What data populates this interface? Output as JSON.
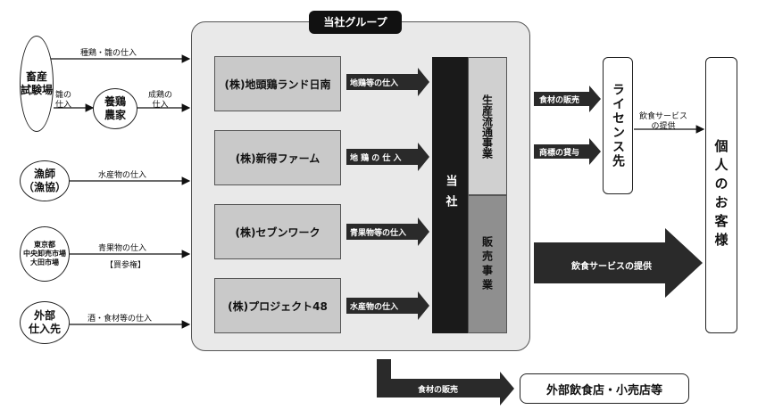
{
  "group": {
    "title": "当社グループ"
  },
  "sources": [
    {
      "id": "breeding",
      "name": "畜産\n試験場"
    },
    {
      "id": "farmer",
      "name": "養鶏\n農家"
    },
    {
      "id": "fisher",
      "name": "漁師\n（漁協）"
    },
    {
      "id": "market",
      "name": "東京都\n中央卸売市場\n大田市場"
    },
    {
      "id": "external",
      "name": "外部\n仕入先"
    }
  ],
  "supply_labels": {
    "breeding_to_group": "種鶏・雛の仕入",
    "breeding_to_farmer": "雛の\n仕入",
    "farmer_to_group": "成鶏の\n仕入",
    "fisher_to_group": "水産物の仕入",
    "market_to_group": "青果物の仕入",
    "market_note": "【買参権】",
    "external_to_group": "酒・食材等の仕入"
  },
  "companies": [
    {
      "name": "(株)地頭鶏ランド日南",
      "arrow": "地鶏等の仕入"
    },
    {
      "name": "(株)新得ファーム",
      "arrow": "地 鶏 の 仕 入"
    },
    {
      "name": "(株)セブンワーク",
      "arrow": "青果物等の仕入"
    },
    {
      "name": "(株)プロジェクト48",
      "arrow": "水産物の仕入"
    }
  ],
  "company_core": {
    "name": "当社",
    "business_production": "生産流通事業",
    "business_sales": "販売事業"
  },
  "outputs": {
    "licensee_sale": "食材の販売",
    "licensee_trademark": "商標の貸与",
    "licensee": "ライセンス先",
    "licensee_service": "飲食サービス\nの提供",
    "customers": "個人のお客様",
    "main_service": "飲食サービスの提供",
    "ext_sale": "食材の販売",
    "ext_shops": "外部飲食店・小売店等"
  }
}
